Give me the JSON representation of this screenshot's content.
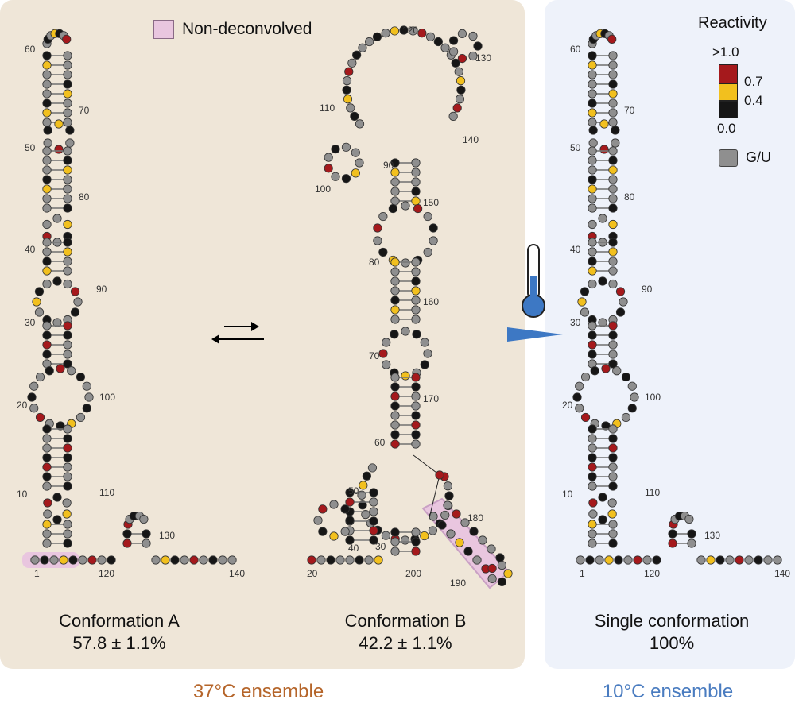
{
  "legend": {
    "non_deconvolved": "Non-deconvolved"
  },
  "reactivity_legend": {
    "title": "Reactivity",
    "ticks": [
      ">1.0",
      "0.7",
      "0.4",
      "0.0"
    ],
    "gu_label": "G/U",
    "colors": {
      "high": "#a5191c",
      "mid": "#f2c01e",
      "low": "#161616",
      "gu": "#8f8f8f",
      "non_deconvolved": "#e9c6df"
    }
  },
  "conformation_a": {
    "name": "Conformation A",
    "value": "57.8 ± 1.1%",
    "position_labels": [
      "60",
      "70",
      "50",
      "80",
      "40",
      "90",
      "30",
      "20",
      "100",
      "10",
      "110",
      "130",
      "1",
      "120",
      "140"
    ]
  },
  "conformation_b": {
    "name": "Conformation B",
    "value": "42.2 ± 1.1%",
    "position_labels": [
      "120",
      "130",
      "110",
      "140",
      "90",
      "100",
      "150",
      "80",
      "160",
      "70",
      "170",
      "60",
      "50",
      "180",
      "40",
      "30",
      "20",
      "200",
      "190"
    ]
  },
  "single_conformation": {
    "name": "Single conformation",
    "value": "100%",
    "position_labels": [
      "60",
      "70",
      "50",
      "80",
      "40",
      "90",
      "30",
      "20",
      "100",
      "10",
      "110",
      "130",
      "1",
      "120",
      "140"
    ]
  },
  "ensembles": {
    "warm": "37°C ensemble",
    "cold": "10°C ensemble"
  },
  "icons": [
    "equilibrium-arrows-icon",
    "thermometer-icon",
    "cooling-arrow-icon"
  ]
}
